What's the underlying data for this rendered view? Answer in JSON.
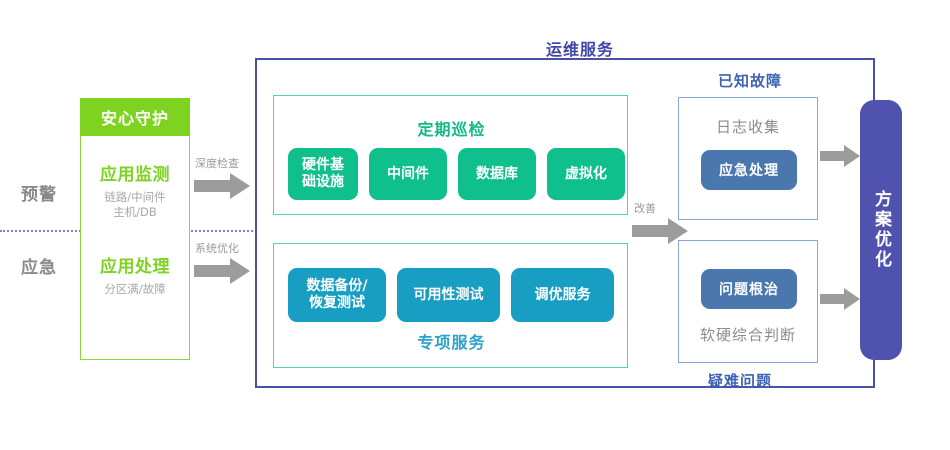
{
  "left": {
    "stages": [
      {
        "label": "预警"
      },
      {
        "label": "应急"
      }
    ],
    "panel": {
      "header": "安心守护",
      "items": [
        {
          "title": "应用监测",
          "subtitle_line1": "链路/中间件",
          "subtitle_line2": "主机/DB"
        },
        {
          "title": "应用处理",
          "subtitle_line1": "分区满/故障",
          "subtitle_line2": ""
        }
      ]
    },
    "arrows": [
      {
        "caption": "深度检查"
      },
      {
        "caption": "系统优化"
      }
    ]
  },
  "main": {
    "title": "运维服务",
    "inspection": {
      "title": "定期巡检",
      "chips": [
        {
          "label": "硬件基\n础设施",
          "width": 70
        },
        {
          "label": "中间件",
          "width": 78
        },
        {
          "label": "数据库",
          "width": 78
        },
        {
          "label": "虚拟化",
          "width": 78
        }
      ]
    },
    "special": {
      "title": "专项服务",
      "chips": [
        {
          "label": "数据备份/\n恢复测试",
          "width": 98
        },
        {
          "label": "可用性测试",
          "width": 103
        },
        {
          "label": "调优服务",
          "width": 103
        }
      ]
    },
    "middle_arrow": {
      "caption": "改善"
    },
    "known_fault": {
      "caption": "已知故障",
      "grey_label": "日志收集",
      "button": "应急处理"
    },
    "hard_problem": {
      "caption": "疑难问题",
      "grey_label": "软硬综合判断",
      "button": "问题根治"
    },
    "outcome": {
      "label": "方案优化"
    }
  },
  "colors": {
    "green": "#7ed321",
    "teal": "#10c08c",
    "teal_border": "#4fd6ac",
    "blue": "#179ec2",
    "indigo": "#4a4fa8",
    "bar": "#4f53ae",
    "steel": "#4a77ae",
    "grey_text": "#8c8c8c"
  }
}
